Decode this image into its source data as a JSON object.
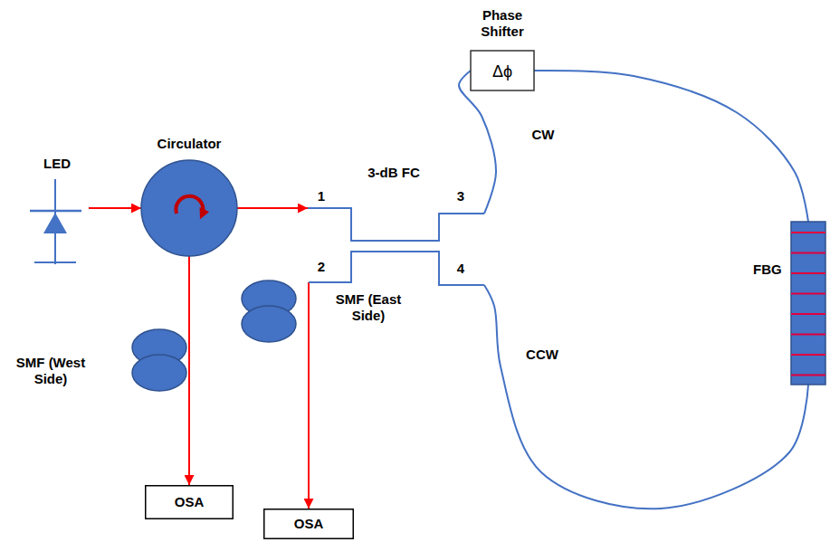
{
  "diagram": {
    "nodes": [
      {
        "text": [
          "LED"
        ]
      },
      {
        "text": [
          "Circulator"
        ]
      },
      {
        "text": [
          "3-dB FC"
        ]
      },
      {
        "text": [
          "Phase Shifter",
          "Δϕ"
        ]
      },
      {
        "text": [
          "FBG"
        ]
      },
      {
        "text": [
          "OSA"
        ]
      },
      {
        "text": [
          "OSA"
        ]
      }
    ],
    "edges": [
      {
        "from": 0,
        "to": 1,
        "arrow": "to"
      },
      {
        "from": 1,
        "to": 2,
        "arrow": "to"
      },
      {
        "from": 1,
        "to": 5,
        "arrow": "to"
      },
      {
        "from": 2,
        "to": 6,
        "arrow": "to"
      },
      {
        "from": 2,
        "to": 3,
        "arrow": "none"
      },
      {
        "from": 3,
        "to": 4,
        "arrow": "none"
      },
      {
        "from": 4,
        "to": 2,
        "arrow": "none"
      }
    ],
    "labels": [
      "1",
      "2",
      "3",
      "4",
      "CW",
      "CCW",
      "SMF (West Side)",
      "SMF (East Side)"
    ]
  }
}
